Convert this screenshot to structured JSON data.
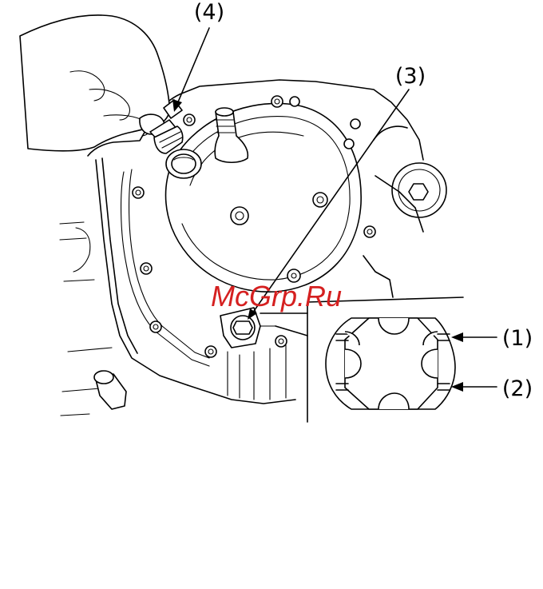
{
  "callouts": {
    "c1": "(1)",
    "c2": "(2)",
    "c3": "(3)",
    "c4": "(4)"
  },
  "watermark": "McGrp.Ru",
  "colors": {
    "line": "#000000",
    "background": "#ffffff",
    "watermark": "#d52020"
  }
}
